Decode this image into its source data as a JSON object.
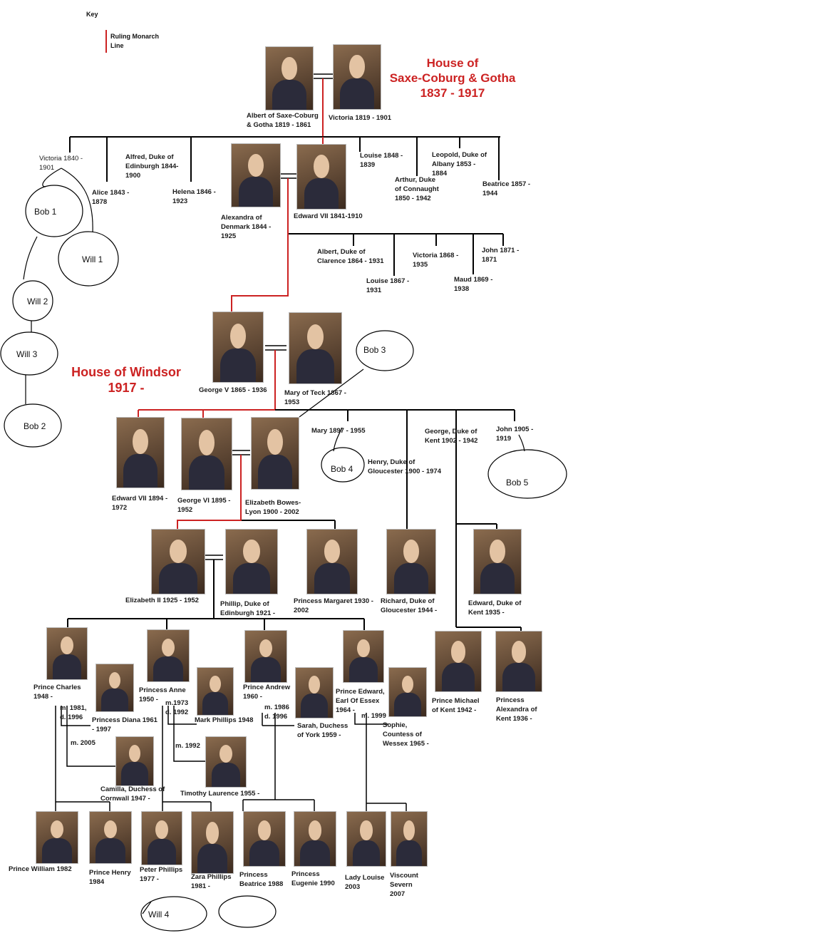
{
  "key": {
    "title": "Key",
    "ruling_line_label": "Ruling Monarch Line"
  },
  "houses": {
    "saxe": {
      "line1": "House of",
      "line2": "Saxe-Coburg & Gotha",
      "line3": "1837 - 1917"
    },
    "windsor": {
      "line1": "House of Windsor",
      "line2": "1917 -"
    }
  },
  "colors": {
    "monarch_line": "#cc2222",
    "family_line": "#000000",
    "house_title": "#cc2222"
  },
  "people": {
    "albert": "Albert of Saxe-Coburg & Gotha 1819 - 1861",
    "victoria": "Victoria 1819 - 1901",
    "victoria_1840": "Victoria 1840 - 1901",
    "alfred": "Alfred, Duke of Edinburgh 1844-1900",
    "alice": "Alice 1843 - 1878",
    "helena": "Helena 1846 - 1923",
    "alexandra": "Alexandra of Denmark 1844 - 1925",
    "edward_vii": "Edward VII 1841-1910",
    "louise_1848": "Louise 1848 - 1839",
    "arthur": "Arthur, Duke of Connaught 1850 - 1942",
    "leopold": "Leopold, Duke of Albany 1853 - 1884",
    "beatrice_1857": "Beatrice 1857 - 1944",
    "albert_clarence": "Albert, Duke of Clarence 1864 - 1931",
    "louise_1867": "Louise 1867 - 1931",
    "victoria_1868": "Victoria 1868 - 1935",
    "maud": "Maud 1869 - 1938",
    "john_1871": "John 1871 - 1871",
    "george_v": "George V 1865 - 1936",
    "mary_teck": "Mary of Teck 1867 - 1953",
    "edward_viii": "Edward VII 1894 - 1972",
    "george_vi": "George VI 1895 - 1952",
    "elizabeth_bl": "Elizabeth Bowes-Lyon 1900 - 2002",
    "mary_1897": "Mary 1897 - 1955",
    "henry_gloucester": "Henry, Duke of Gloucester 1900 - 1974",
    "george_kent": "George, Duke of Kent 1902 - 1942",
    "john_1905": "John 1905 - 1919",
    "elizabeth_ii": "Elizabeth II 1925 - 1952",
    "phillip": "Phillip, Duke of Edinburgh 1921 -",
    "margaret": "Princess Margaret 1930 - 2002",
    "richard": "Richard, Duke of Gloucester 1944 -",
    "edward_kent": "Edward, Duke of Kent 1935 -",
    "charles": "Prince Charles 1948 -",
    "diana": "Princess Diana 1961 - 1997",
    "anne": "Princess Anne 1950 -",
    "mark": "Mark Phillips 1948",
    "andrew": "Prince Andrew 1960 -",
    "sarah": "Sarah, Duchess of York 1959 -",
    "edward_essex": "Prince Edward, Earl Of Essex 1964 -",
    "sophie": "Sophie, Countess of Wessex 1965 -",
    "michael": "Prince Michael of Kent 1942 -",
    "alexandra_kent": "Princess Alexandra of Kent 1936 -",
    "camilla": "Camilla, Duchess of Cornwall 1947 -",
    "timothy": "Timothy Laurence 1955 -",
    "william": "Prince William 1982",
    "henry": "Prince Henry 1984",
    "peter": "Peter Phillips 1977 -",
    "zara": "Zara Phillips 1981 -",
    "beatrice": "Princess Beatrice 1988",
    "eugenie": "Princess Eugenie 1990",
    "louise_2003": "Lady Louise 2003",
    "severn": "Viscount Severn 2007"
  },
  "marriages": {
    "charles_diana": "m. 1981, d. 1996",
    "charles_camilla": "m. 2005",
    "anne_mark": "m.1973 d. 1992",
    "anne_timothy": "m. 1992",
    "andrew_sarah": "m. 1986 d. 1996",
    "edward_sophie": "m. 1999"
  },
  "notes": {
    "bob1": "Bob 1",
    "will1": "Will 1",
    "will2": "Will 2",
    "will3": "Will 3",
    "bob2": "Bob 2",
    "bob3": "Bob 3",
    "bob4": "Bob 4",
    "bob5": "Bob 5",
    "will4": "Will 4"
  }
}
